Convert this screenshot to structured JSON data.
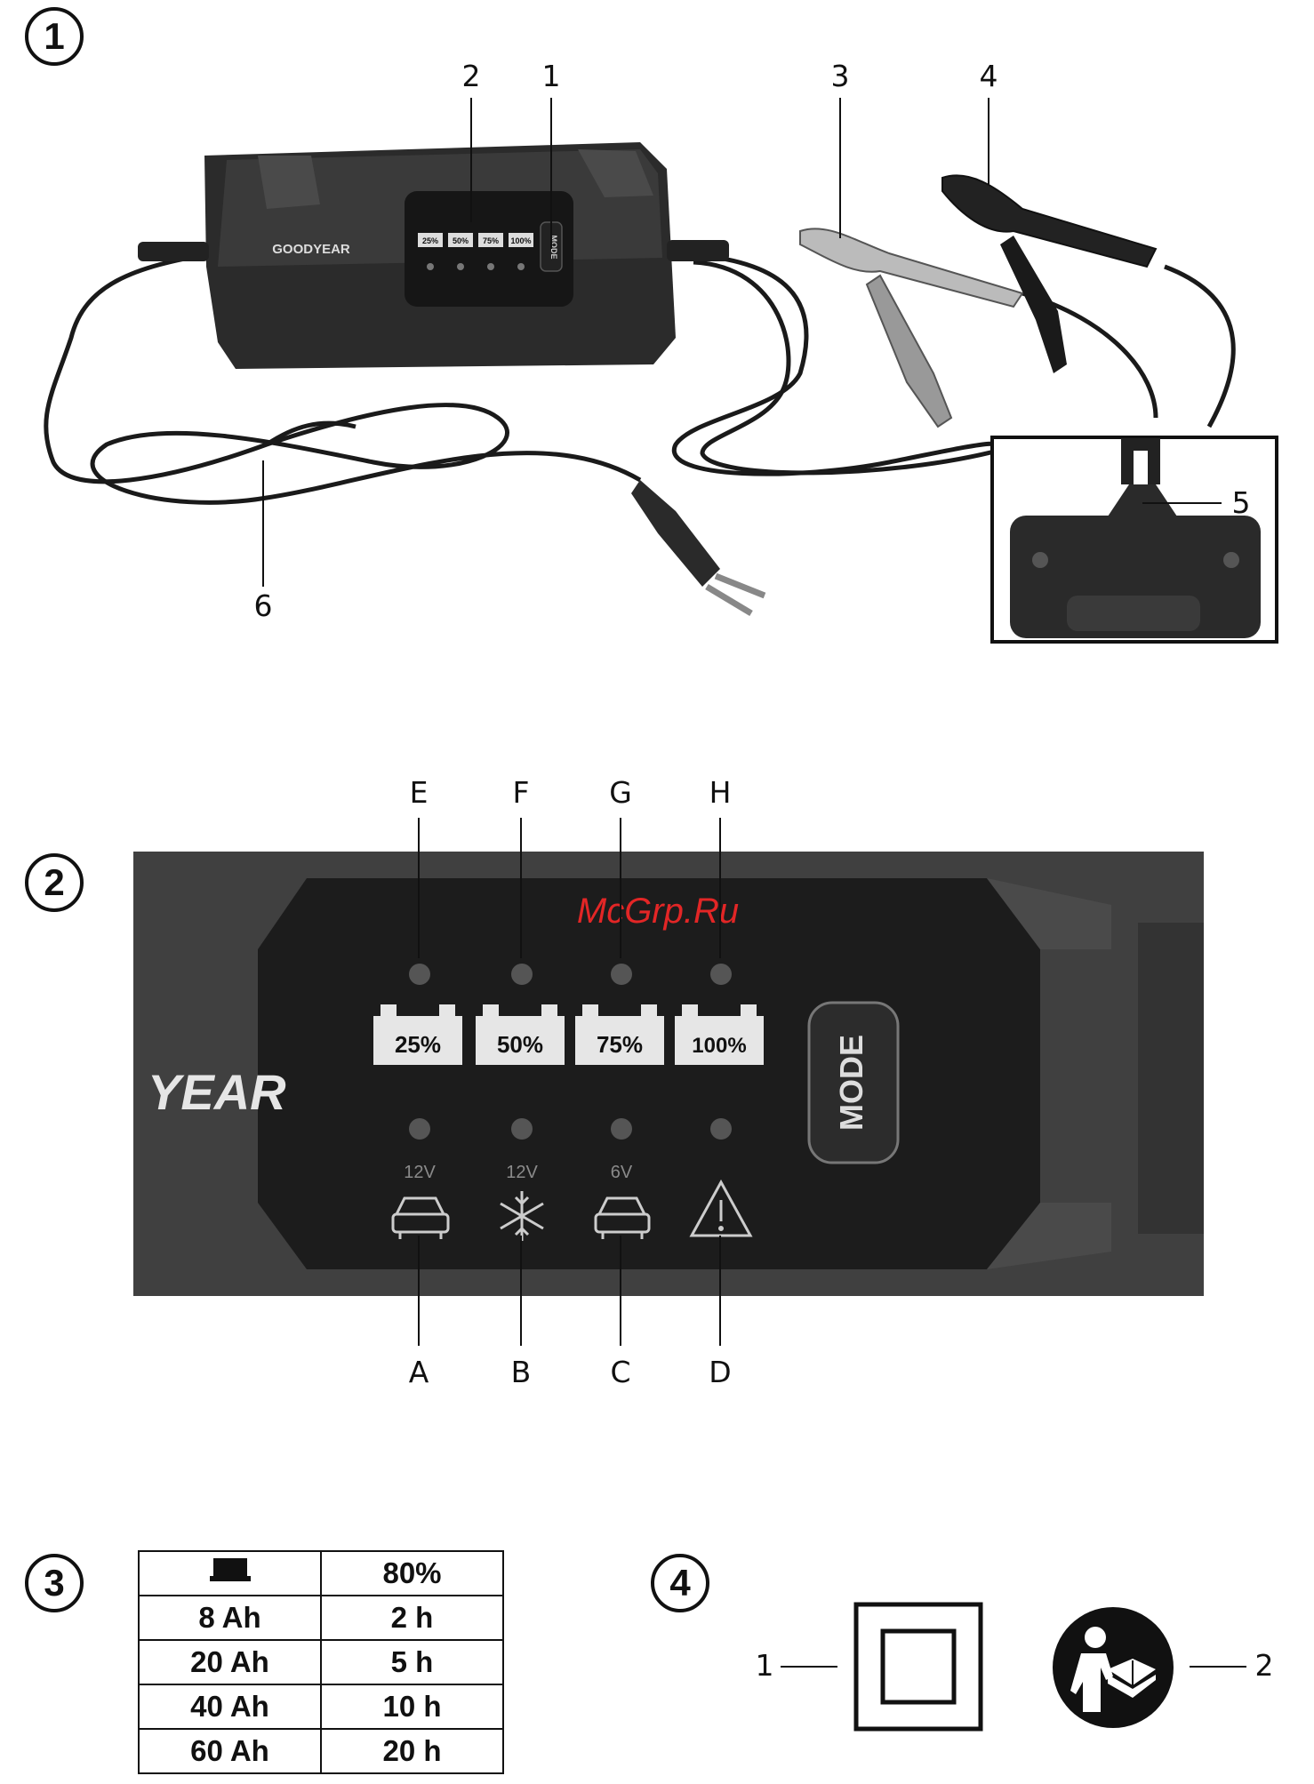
{
  "figure1": {
    "number": "1",
    "callouts": [
      "1",
      "2",
      "3",
      "4",
      "5",
      "6"
    ],
    "brand": "GOODYEAR",
    "mini_labels": [
      "25%",
      "50%",
      "75%",
      "100%"
    ],
    "mini_button": "MODE"
  },
  "figure2": {
    "number": "2",
    "top_callouts": [
      "E",
      "F",
      "G",
      "H"
    ],
    "bottom_callouts": [
      "A",
      "B",
      "C",
      "D"
    ],
    "percent_labels": [
      "25%",
      "50%",
      "75%",
      "100%"
    ],
    "mode_label": "MODE",
    "brand_fragment": "YEAR",
    "voltage_labels": [
      "12V",
      "12V",
      "6V"
    ],
    "watermark": "McGrp.Ru",
    "icons": [
      "car-icon",
      "snowflake-icon",
      "car-icon",
      "warning-icon"
    ]
  },
  "figure3": {
    "number": "3",
    "header_icon": "battery-icon",
    "header_value": "80%",
    "rows": [
      {
        "capacity": "8 Ah",
        "time": "2 h"
      },
      {
        "capacity": "20 Ah",
        "time": "5 h"
      },
      {
        "capacity": "40 Ah",
        "time": "10 h"
      },
      {
        "capacity": "60 Ah",
        "time": "20 h"
      }
    ]
  },
  "figure4": {
    "number": "4",
    "callouts": [
      "1",
      "2"
    ],
    "icons": [
      "double-insulation-icon",
      "read-manual-icon"
    ]
  }
}
